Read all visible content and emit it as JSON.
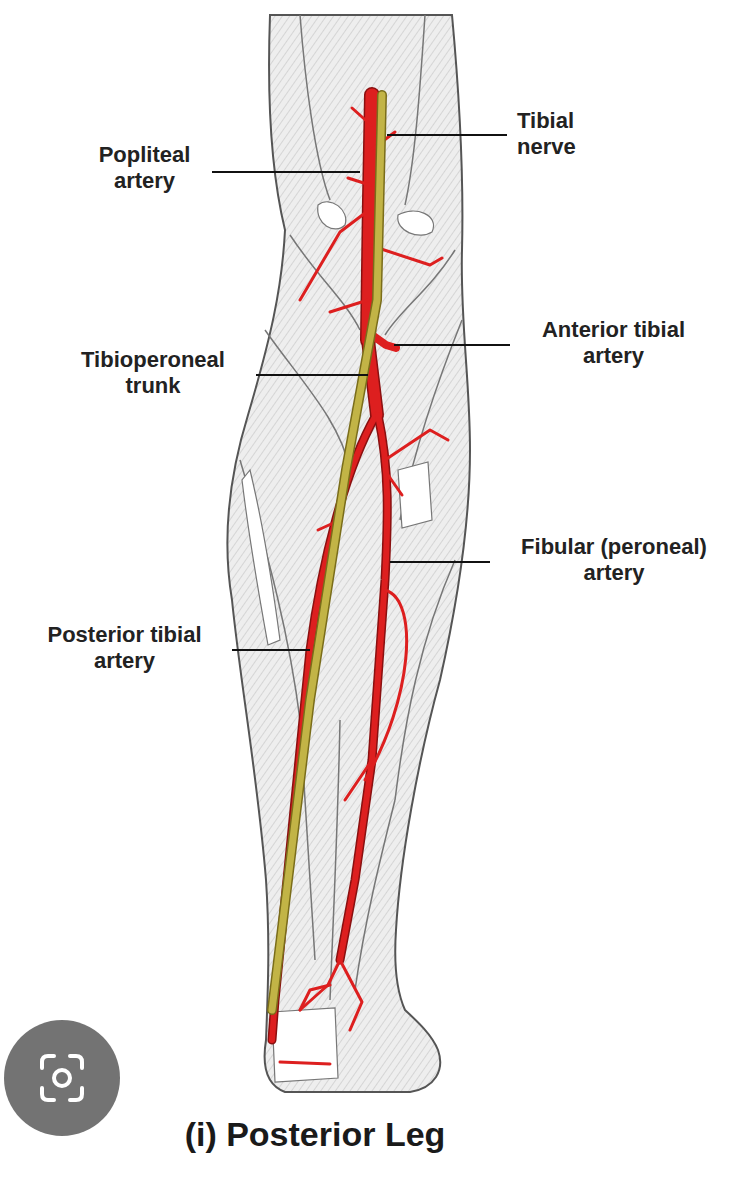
{
  "diagram": {
    "caption": "(i) Posterior Leg",
    "labels": [
      "Tibial nerve",
      "Popliteal artery",
      "Anterior tibial artery",
      "Tibioperoneal trunk",
      "Fibular (peroneal) artery",
      "Posterior tibial artery"
    ]
  }
}
